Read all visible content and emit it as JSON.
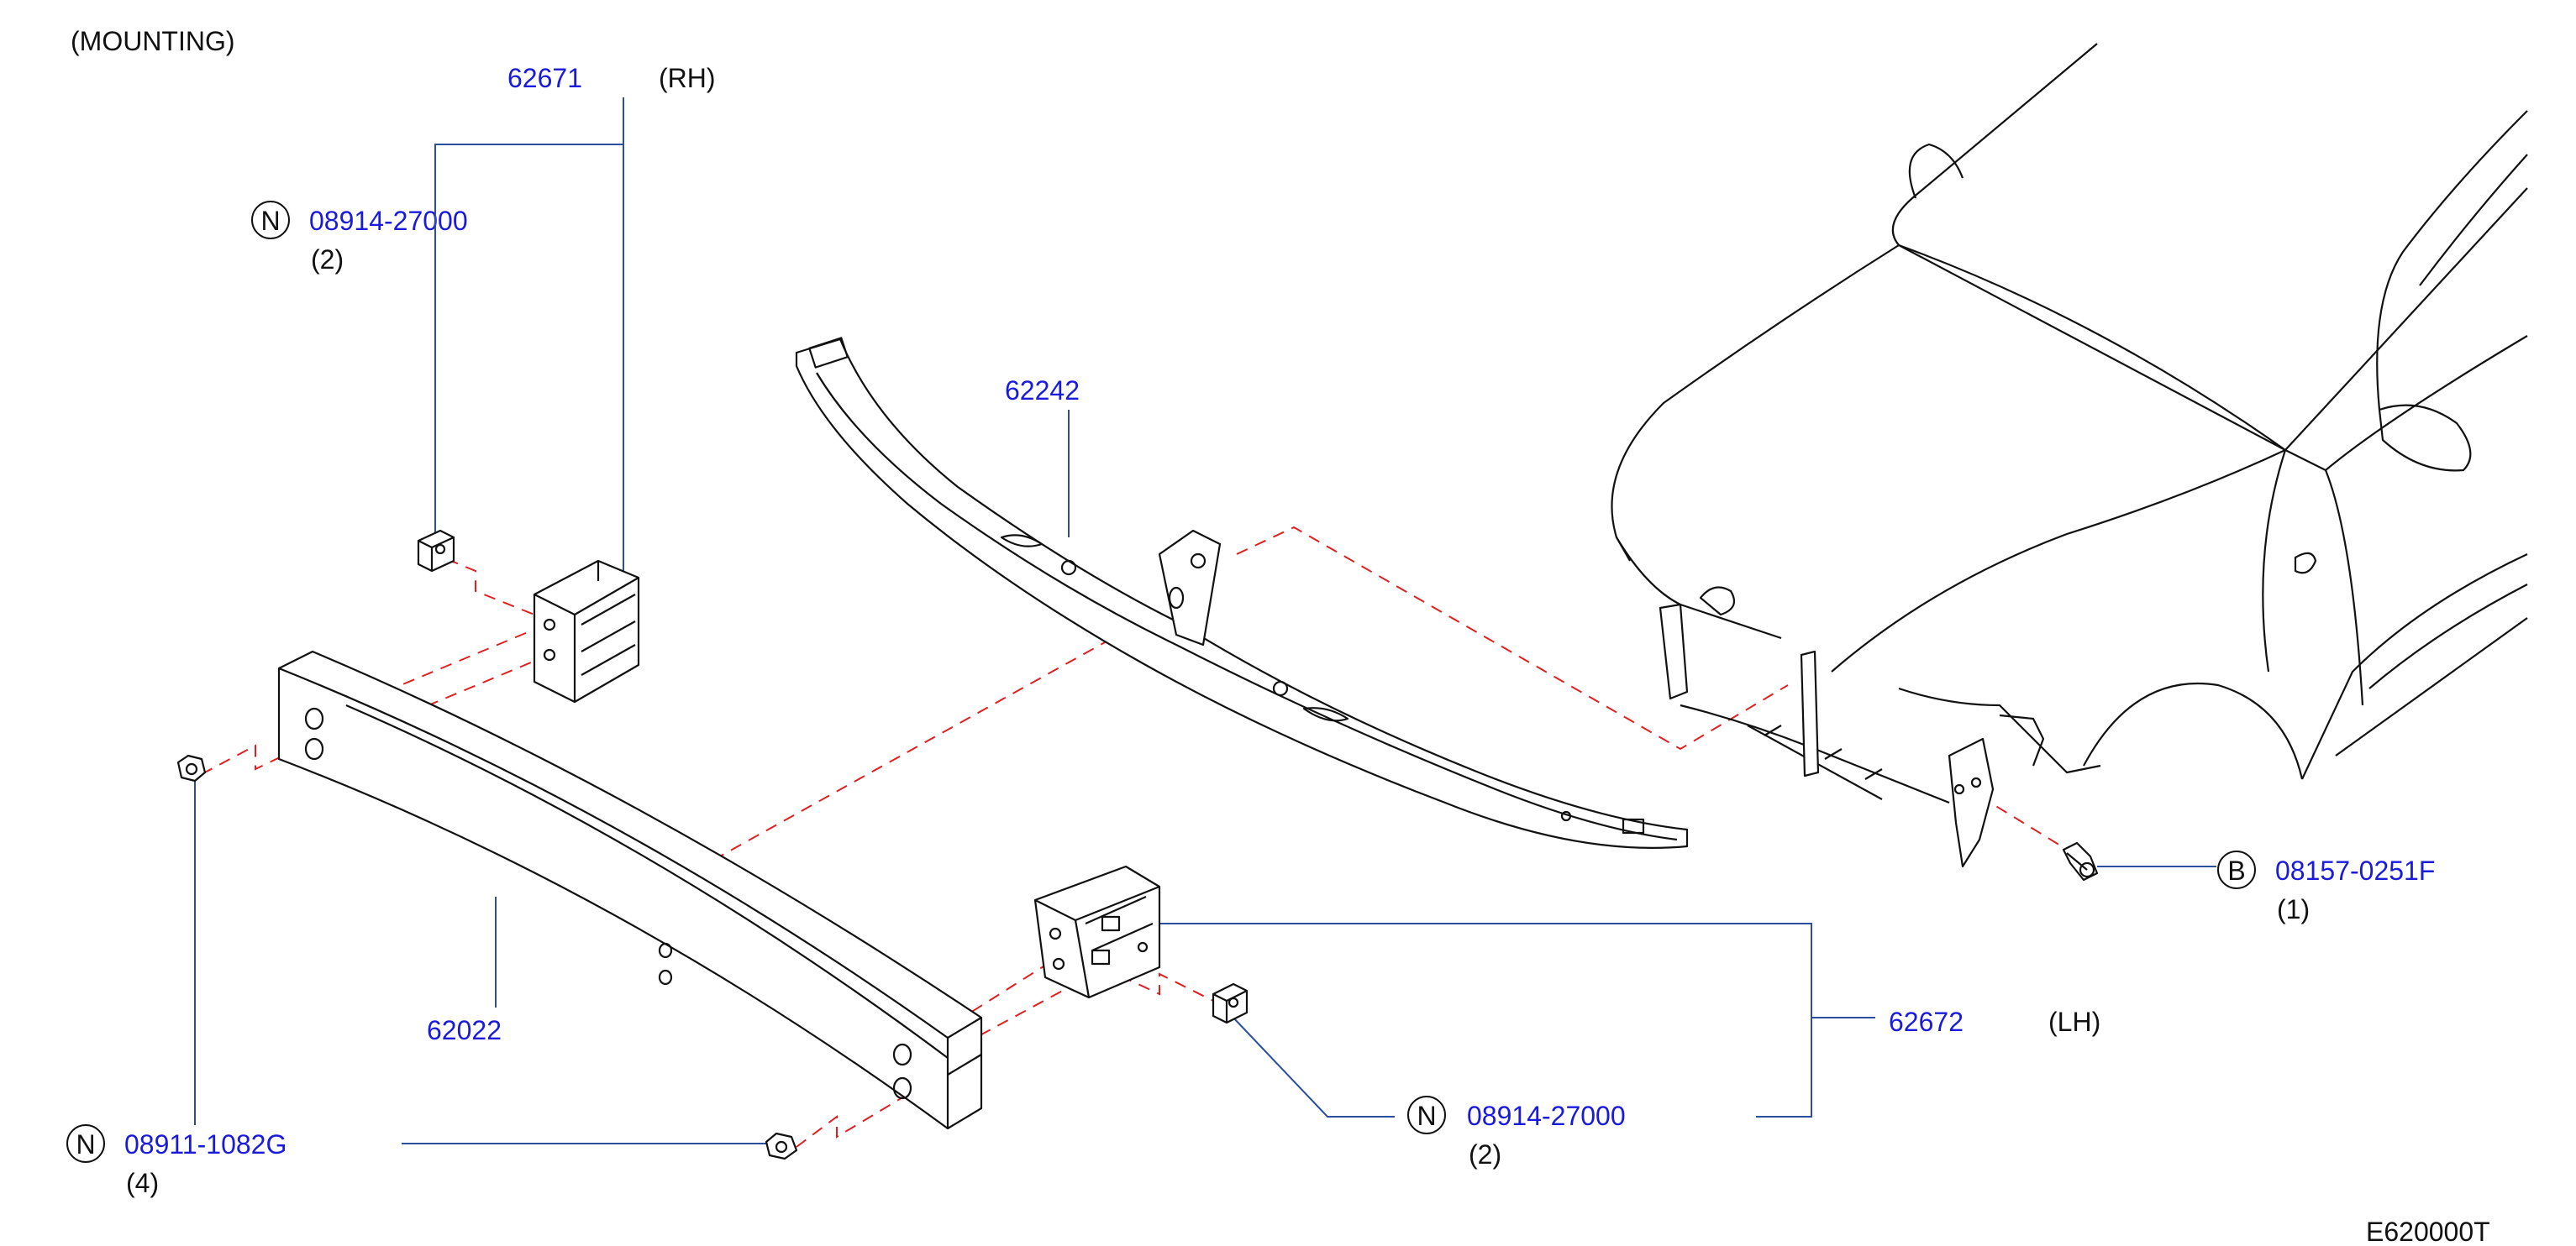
{
  "header": {
    "title": "(MOUNTING)"
  },
  "colors": {
    "part_number": "#1a1adc",
    "leader": "#2b4f9e",
    "dashed": "#e02020"
  },
  "callouts": {
    "rh_bracket": {
      "part": "62671",
      "side": "(RH)"
    },
    "rh_nut": {
      "badge": "N",
      "part": "08914-27000",
      "qty": "(2)"
    },
    "upper_member": {
      "part": "62242"
    },
    "bolt": {
      "badge": "B",
      "part": "08157-0251F",
      "qty": "(1)"
    },
    "reinforcement": {
      "part": "62022"
    },
    "lh_bracket": {
      "part": "62672",
      "side": "(LH)"
    },
    "lh_nut": {
      "badge": "N",
      "part": "08914-27000",
      "qty": "(2)"
    },
    "flange_nut": {
      "badge": "N",
      "part": "08911-1082G",
      "qty": "(4)"
    }
  },
  "footer": {
    "code": "E620000T"
  }
}
